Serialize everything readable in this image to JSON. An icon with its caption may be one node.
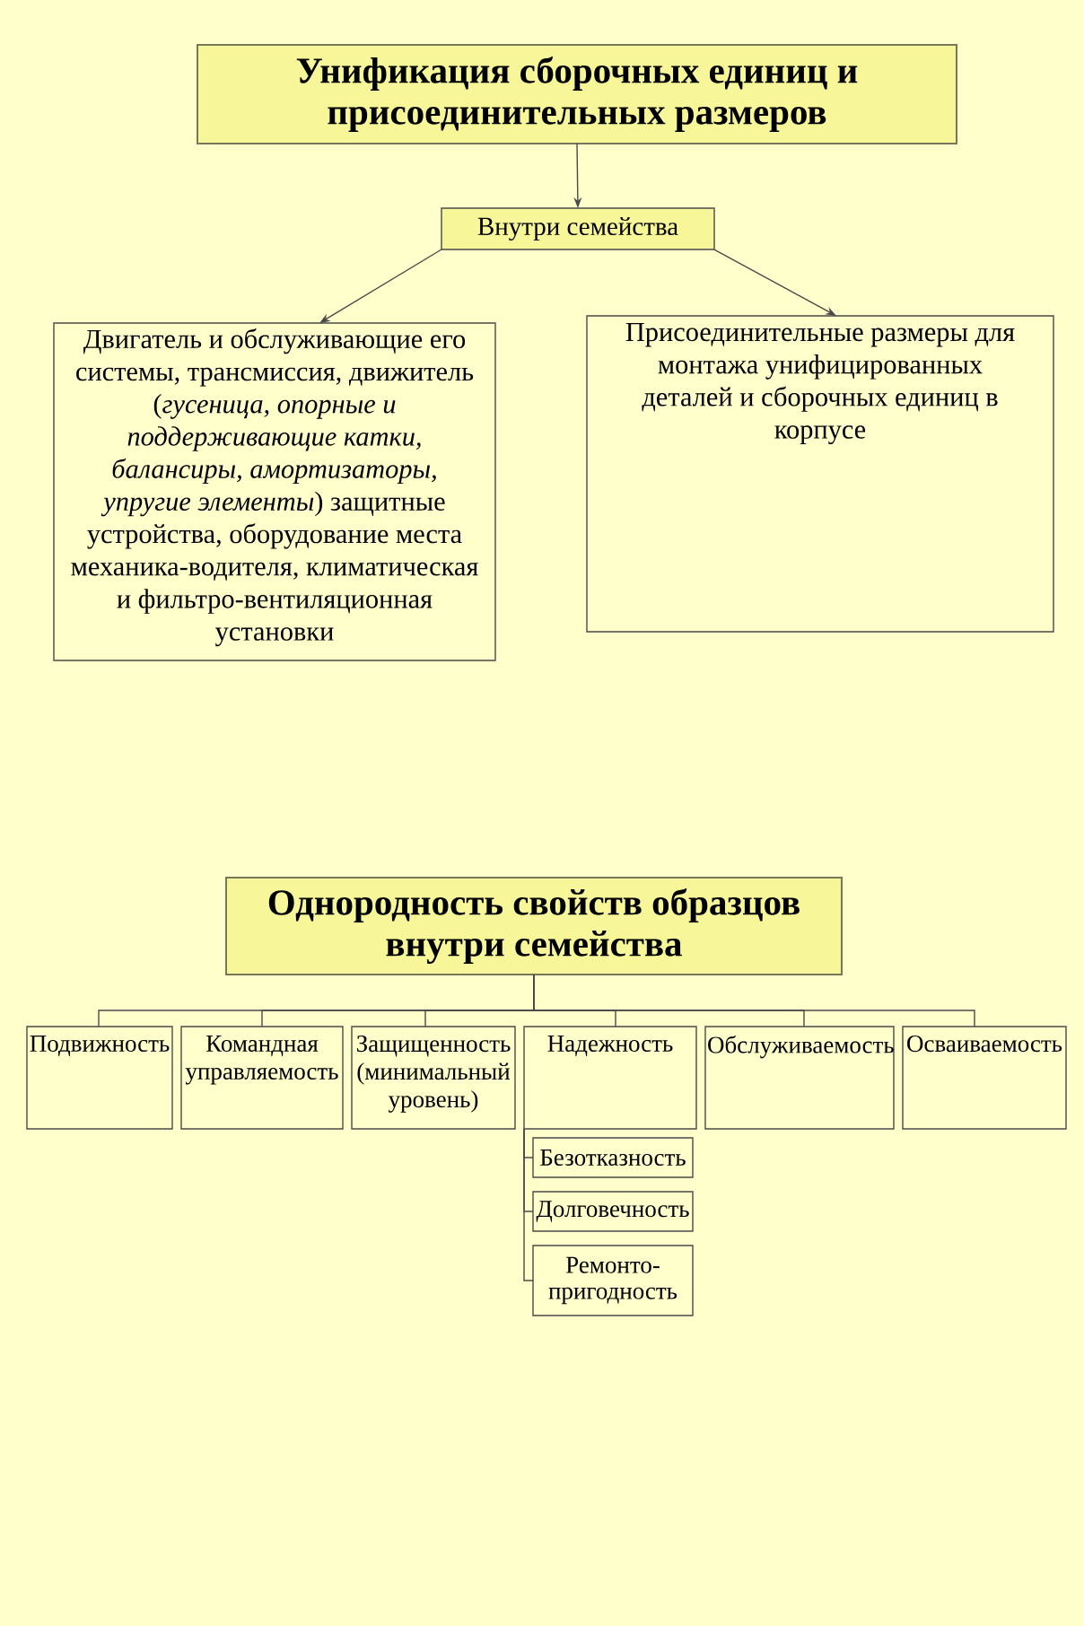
{
  "diagram": {
    "nodes": [
      {
        "text": [
          "Унификация сборочных единиц и присоединительных размеров"
        ]
      },
      {
        "text": [
          "Внутри семейства"
        ]
      },
      {
        "text": [
          "Двигатель и обслуживающие его системы, трансмиссия, движитель (*гусеница, опорные и поддерживающие катки, балансиры, амортизаторы, упругие элементы*) защитные устройства, оборудование места механика-водителя, климатическая и фильтро-вентиляционная установки"
        ]
      },
      {
        "text": [
          "Присоединительные размеры для монтажа унифицированных деталей и сборочных единиц в корпусе"
        ]
      },
      {
        "text": [
          "Однородность свойств образцов внутри семейства"
        ]
      },
      {
        "text": [
          "Подвижность"
        ]
      },
      {
        "text": [
          "Командная управляемость"
        ]
      },
      {
        "text": [
          "Защищенность (минимальный уровень)"
        ]
      },
      {
        "text": [
          "Надежность"
        ]
      },
      {
        "text": [
          "Обслуживаемость"
        ]
      },
      {
        "text": [
          "Осваиваемость"
        ]
      },
      {
        "text": [
          "Безотказность"
        ]
      },
      {
        "text": [
          "Долговечность"
        ]
      },
      {
        "text": [
          "Ремонто-пригодность"
        ]
      }
    ],
    "edges": [
      {
        "from": 0,
        "to": 1,
        "arrow": "to"
      },
      {
        "from": 1,
        "to": 2,
        "arrow": "to"
      },
      {
        "from": 1,
        "to": 3,
        "arrow": "to"
      },
      {
        "from": 4,
        "to": 5,
        "arrow": "none"
      },
      {
        "from": 4,
        "to": 6,
        "arrow": "none"
      },
      {
        "from": 4,
        "to": 7,
        "arrow": "none"
      },
      {
        "from": 4,
        "to": 8,
        "arrow": "none"
      },
      {
        "from": 4,
        "to": 9,
        "arrow": "none"
      },
      {
        "from": 4,
        "to": 10,
        "arrow": "none"
      },
      {
        "from": 8,
        "to": 11,
        "arrow": "none"
      },
      {
        "from": 8,
        "to": 12,
        "arrow": "none"
      },
      {
        "from": 8,
        "to": 13,
        "arrow": "none"
      }
    ]
  }
}
